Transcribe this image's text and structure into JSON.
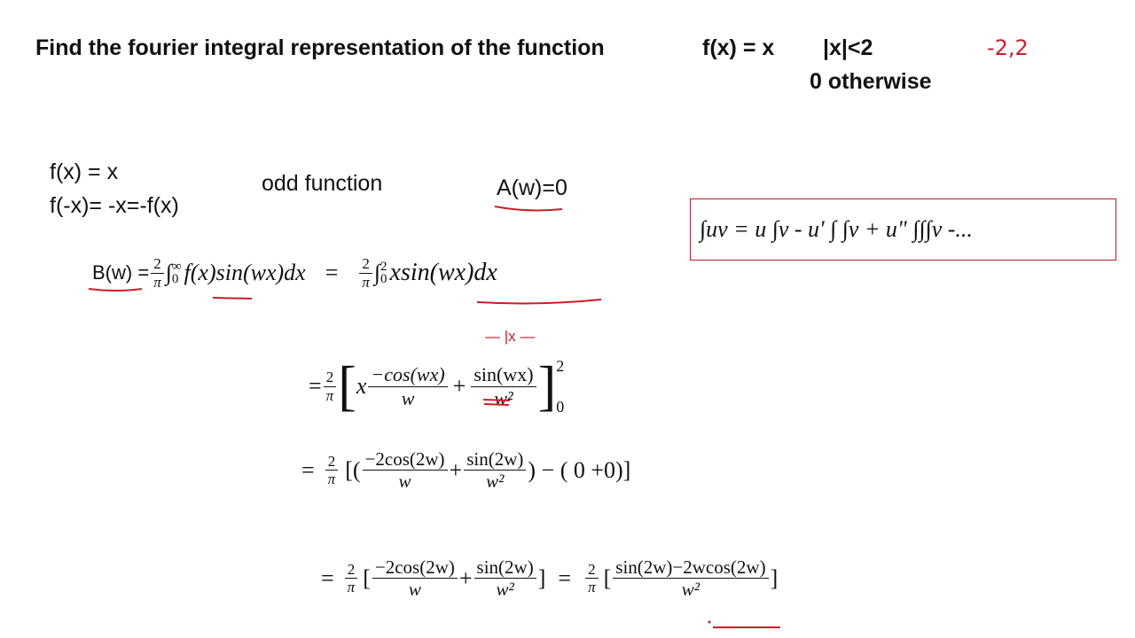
{
  "problem": {
    "title": "Find the fourier integral representation of the function",
    "fx": "f(x) =   x",
    "cond1": "|x|<2",
    "cond2": "0   otherwise",
    "note": "-2,2"
  },
  "step1": {
    "line1": "f(x) =   x",
    "line2": "f(-x)= -x=-f(x)",
    "odd": "odd function",
    "aw": "A(w)=0"
  },
  "formula_box": "∫uv = u ∫v - u' ∫ ∫v + u\" ∫∫∫v -...",
  "bw": {
    "label": "B(w) =",
    "n2": "2",
    "dpi": "π",
    "inf": "∞",
    "zero": "0",
    "two": "2",
    "integrand1": "f(x)sin(wx)dx",
    "integrand2": "xsin(wx)dx",
    "eq": "="
  },
  "line2": {
    "eq": "=",
    "n2": "2",
    "dpi": "π",
    "x": "x",
    "num1": "−cos(wx)",
    "den1": "w",
    "plus": "+",
    "num2": "sin(wx)",
    "den2": "w²",
    "upper": "2",
    "lower": "0",
    "note": "— |x —"
  },
  "line3": {
    "eq": "=",
    "n2": "2",
    "dpi": "π",
    "open": "[(",
    "num1": "−2cos(2w)",
    "den1": "w",
    "plus": "+",
    "num2": "sin(2w)",
    "den2": "w²",
    "tail": ") − ( 0 +0)]"
  },
  "line4": {
    "eq": "=",
    "n2": "2",
    "dpi": "π",
    "num1": "−2cos(2w)",
    "den1": "w",
    "plus": "+",
    "num2": "sin(2w)",
    "den2": "w²",
    "eq2": "=",
    "num3": "sin(2w)−2wcos(2w)",
    "den3": "w²"
  }
}
